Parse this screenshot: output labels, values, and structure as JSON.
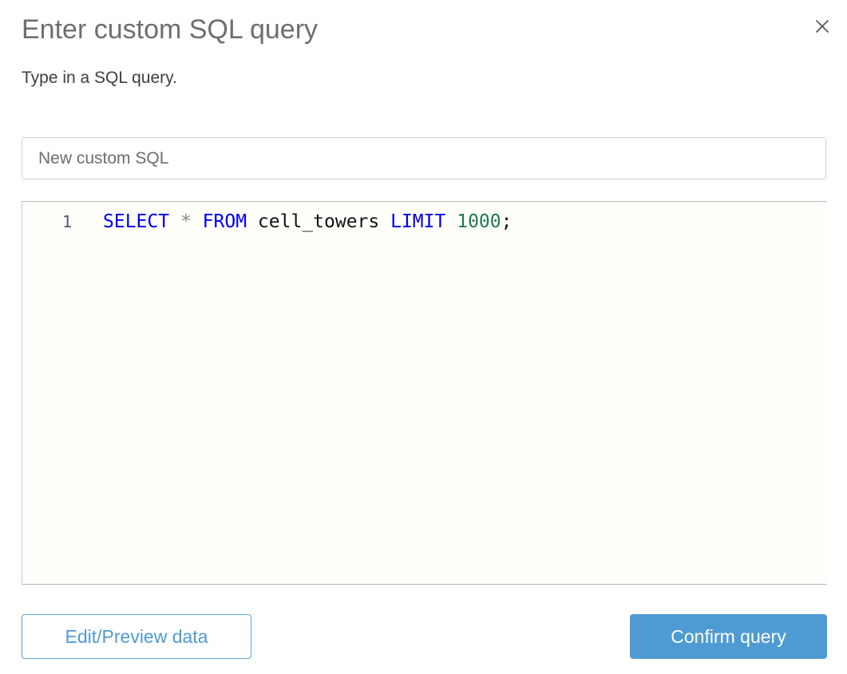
{
  "dialog": {
    "title": "Enter custom SQL query",
    "subtitle": "Type in a SQL query.",
    "close_icon": "close-icon"
  },
  "name_field": {
    "value": "",
    "placeholder": "New custom SQL"
  },
  "editor": {
    "lines": [
      {
        "number": "1",
        "tokens": [
          {
            "text": "SELECT",
            "type": "keyword"
          },
          {
            "text": " ",
            "type": "plain"
          },
          {
            "text": "*",
            "type": "operator"
          },
          {
            "text": " ",
            "type": "plain"
          },
          {
            "text": "FROM",
            "type": "keyword"
          },
          {
            "text": " ",
            "type": "plain"
          },
          {
            "text": "cell_towers",
            "type": "identifier"
          },
          {
            "text": " ",
            "type": "plain"
          },
          {
            "text": "LIMIT",
            "type": "keyword"
          },
          {
            "text": " ",
            "type": "plain"
          },
          {
            "text": "1000",
            "type": "number"
          },
          {
            "text": ";",
            "type": "punctuation"
          }
        ],
        "plain_text": "SELECT * FROM cell_towers LIMIT 1000;"
      }
    ]
  },
  "footer": {
    "edit_preview_label": "Edit/Preview data",
    "confirm_label": "Confirm query"
  },
  "colors": {
    "accent_blue": "#4e9bd4",
    "accent_blue_border": "#5ba3d9",
    "title_gray": "#6e6e6e",
    "subtitle_gray": "#3f3f3f",
    "code_keyword": "#0000ee",
    "code_number": "#1d7a4d",
    "code_operator": "#8a8a8a",
    "code_identifier": "#111111",
    "gutter_gray": "#52586b",
    "editor_background": "#fefefb",
    "border_gray": "#c9c9c9"
  }
}
